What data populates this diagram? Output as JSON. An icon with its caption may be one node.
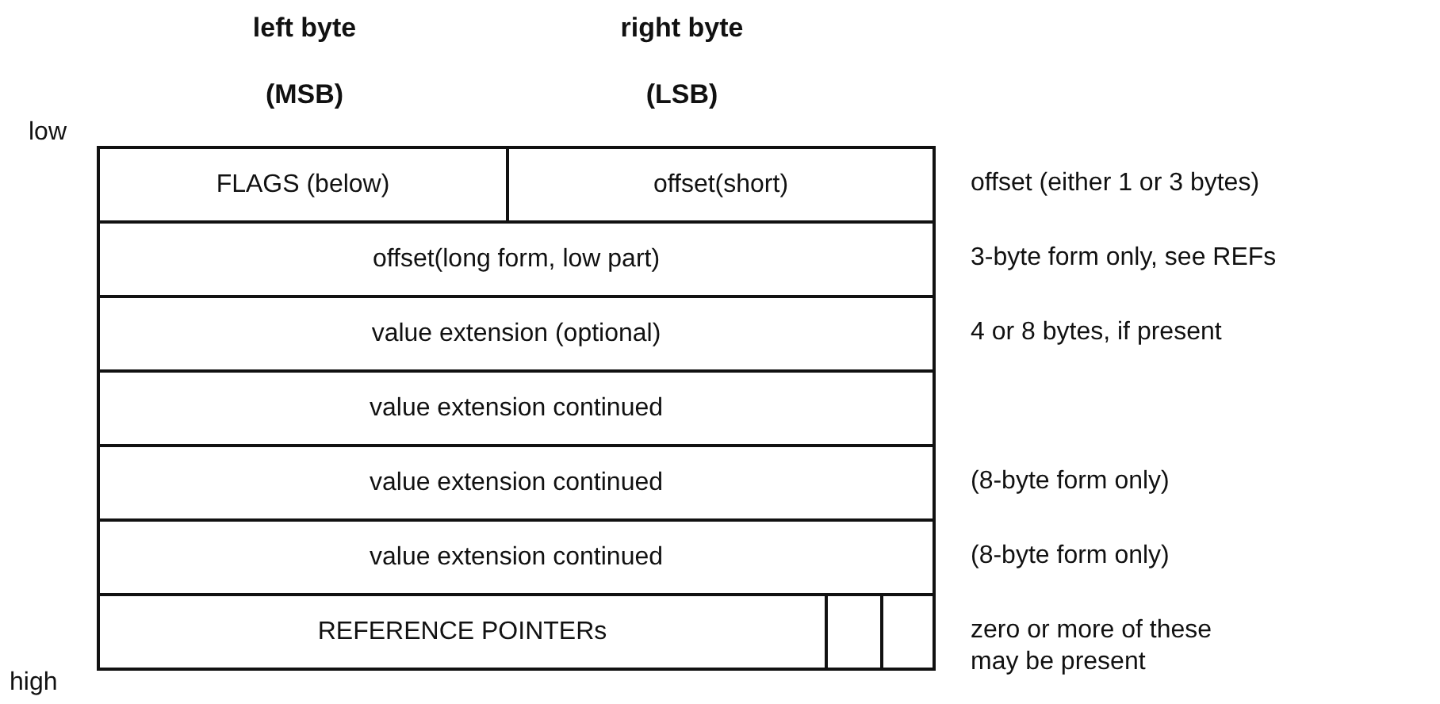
{
  "diagram": {
    "nodes": [
      {
        "text": [
          "FLAGS (below)"
        ]
      },
      {
        "text": [
          "offset(short)"
        ],
        "beside": [
          "offset (either 1 or 3 bytes)"
        ]
      },
      {
        "text": [
          "offset(long form, low part)"
        ],
        "beside": [
          "3-byte form only, see REFs"
        ]
      },
      {
        "text": [
          "value extension (optional)"
        ],
        "beside": [
          "4 or 8 bytes, if present"
        ]
      },
      {
        "text": [
          "value extension continued"
        ]
      },
      {
        "text": [
          "value extension continued"
        ],
        "beside": [
          "(8-byte form only)"
        ]
      },
      {
        "text": [
          "value extension continued"
        ],
        "beside": [
          "(8-byte form only)"
        ]
      },
      {
        "text": [
          "REFERENCE POINTERs"
        ]
      },
      {
        "text": [],
        "shape": "box"
      },
      {
        "text": [],
        "shape": "box",
        "beside": [
          "zero or more of these may be present"
        ]
      }
    ],
    "labels": [
      "left byte",
      "right byte",
      "(MSB)",
      "(LSB)",
      "low",
      "high"
    ]
  }
}
